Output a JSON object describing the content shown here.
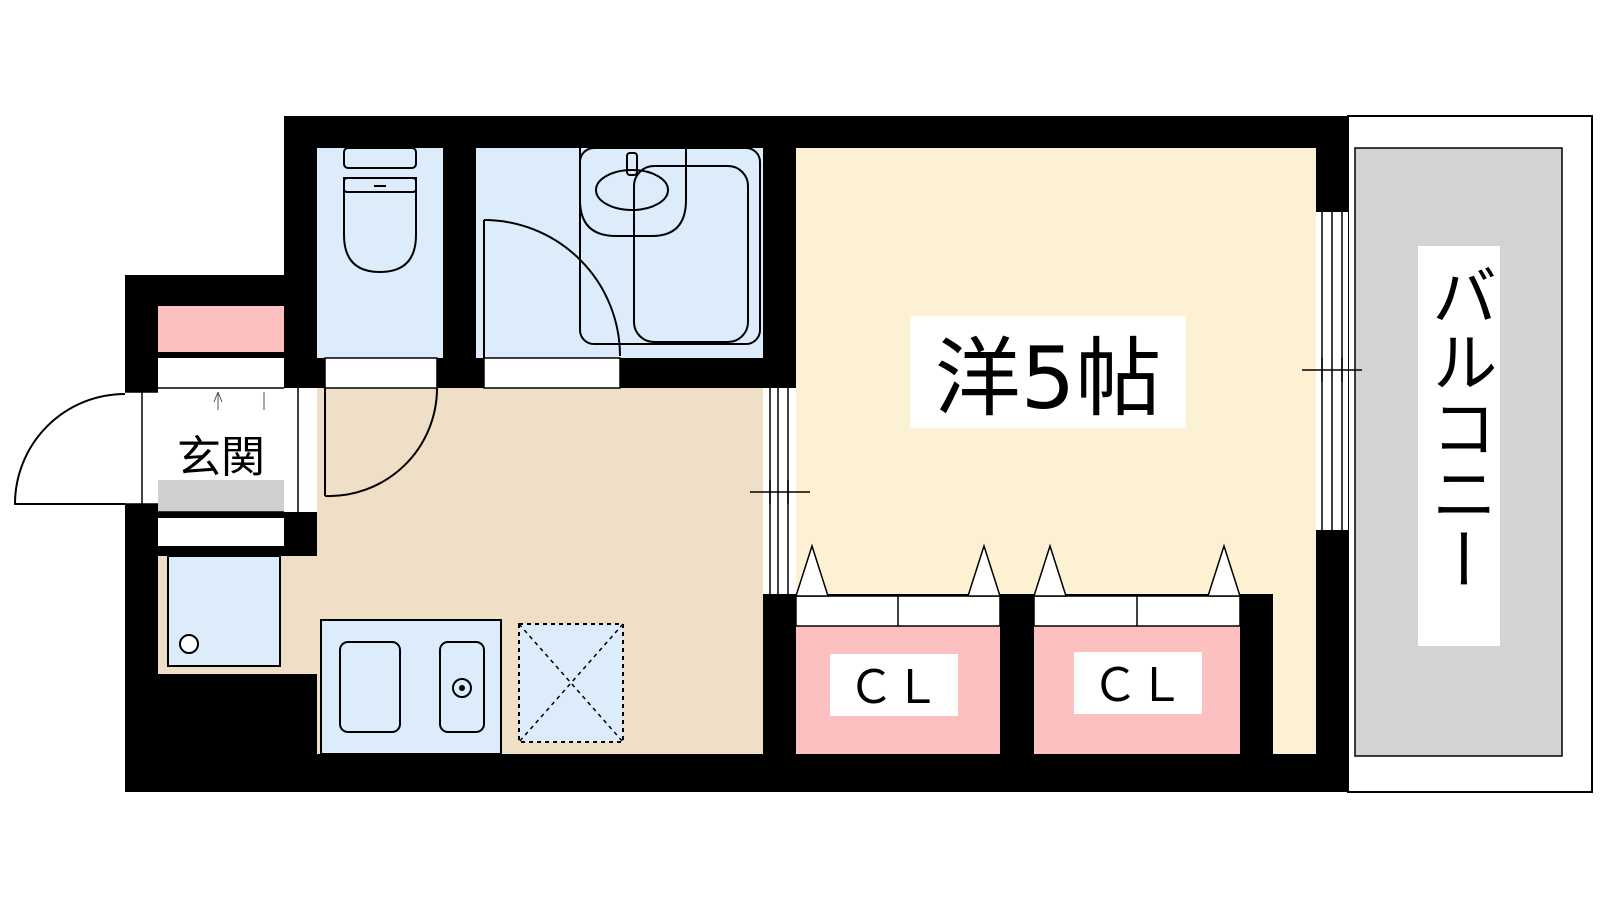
{
  "labels": {
    "genkan": "玄関",
    "room": "洋5帖",
    "closet_1": "ＣＬ",
    "closet_2": "ＣＬ",
    "balcony": "バルコニー"
  },
  "colors": {
    "wall": "#000000",
    "wet_area": "#dcecfb",
    "kitchen_floor": "#efdfc7",
    "room_floor": "#fdf1d3",
    "closet": "#fcc0c0",
    "shoe_box": "#fcc0c0",
    "balcony": "#d3d3d3",
    "step": "#cfcfcf"
  }
}
